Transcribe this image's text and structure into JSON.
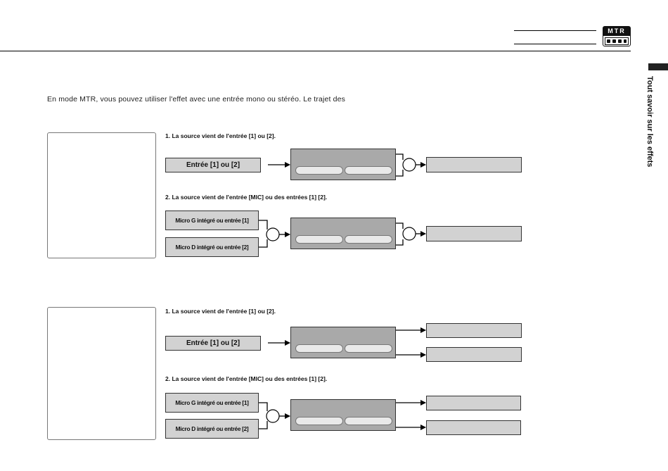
{
  "header": {
    "logo_text": "MTR"
  },
  "sidebar": {
    "section_title": "Tout savoir sur les effets"
  },
  "intro": {
    "text": "En mode MTR, vous pouvez utiliser l'effet avec une entrée mono ou stéréo. Le trajet des"
  },
  "diagrams": [
    {
      "case1": {
        "caption": "1. La source vient de l'entrée [1] ou [2].",
        "input": "Entrée [1] ou [2]"
      },
      "case2": {
        "caption": "2. La source vient de l'entrée [MIC] ou des entrées [1] [2].",
        "input_left": "Micro G intégré ou entrée [1]",
        "input_right": "Micro D intégré ou entrée [2]"
      }
    },
    {
      "case1": {
        "caption": "1. La source vient de l'entrée [1] ou [2].",
        "input": "Entrée [1] ou [2]"
      },
      "case2": {
        "caption": "2. La source vient de l'entrée [MIC] ou des entrées [1] [2].",
        "input_left": "Micro G intégré ou entrée [1]",
        "input_right": "Micro D intégré ou entrée [2]"
      }
    }
  ]
}
